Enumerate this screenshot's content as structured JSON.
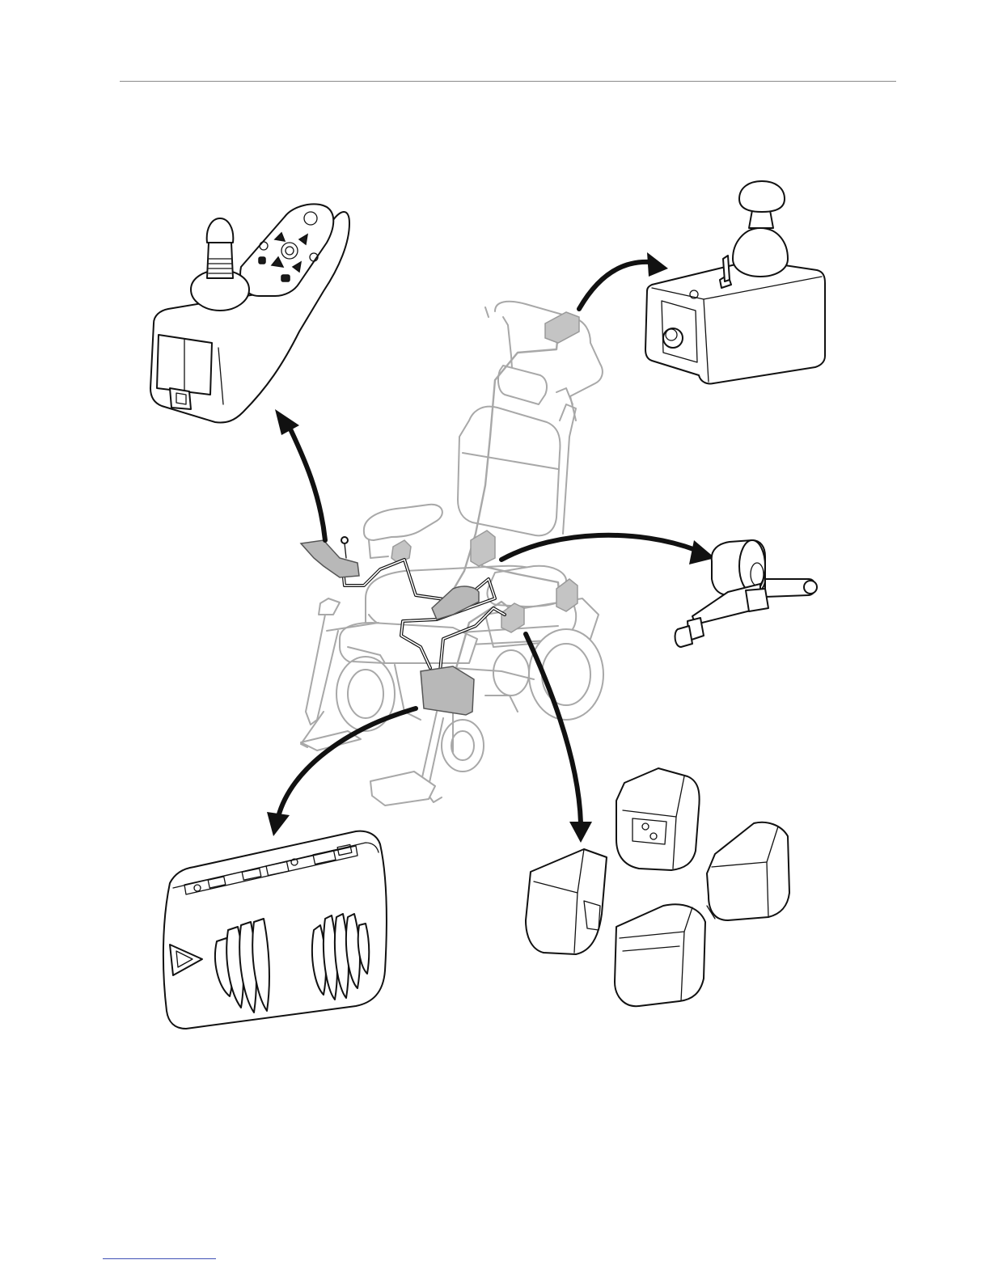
{
  "figure": {
    "components": [
      {
        "id": "joystick-remote",
        "icon": "joystick-remote-icon"
      },
      {
        "id": "attendant-control",
        "icon": "attendant-joystick-icon"
      },
      {
        "id": "linear-actuator",
        "icon": "actuator-icon"
      },
      {
        "id": "power-module",
        "icon": "power-module-icon"
      },
      {
        "id": "actuator-modules",
        "icon": "module-housings-icon"
      },
      {
        "id": "wheelchair",
        "icon": "wheelchair-icon"
      }
    ],
    "colors": {
      "ink": "#111111",
      "frame": "#a8a8a8",
      "module": "#c4c4c4",
      "link_rule": "#3f51b5"
    }
  }
}
